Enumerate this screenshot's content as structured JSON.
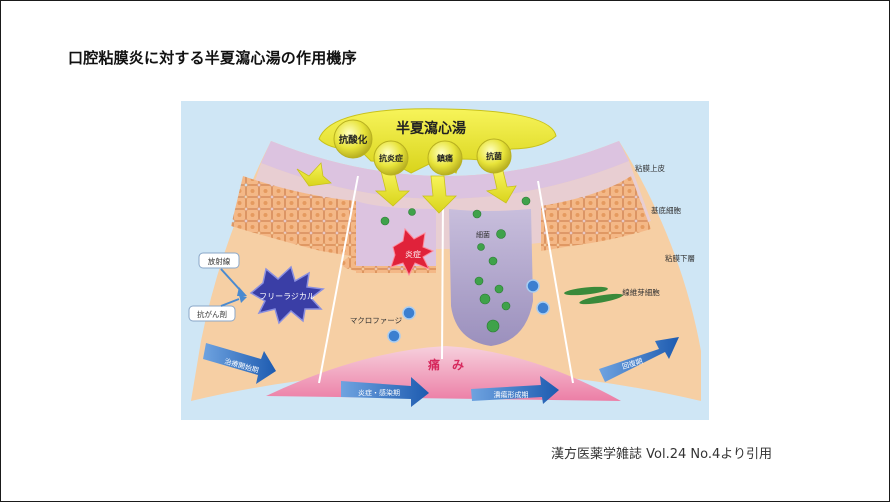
{
  "slide": {
    "title": "口腔粘膜炎に対する半夏瀉心湯の作用機序",
    "caption": "漢方医薬学雑誌 Vol.24 No.4より引用"
  },
  "diagram": {
    "drug_label": "半夏瀉心湯",
    "actions": [
      "抗酸化",
      "抗炎症",
      "鎮痛",
      "抗菌"
    ],
    "layers": [
      "粘膜上皮",
      "基底細胞",
      "粘膜下層"
    ],
    "labels": {
      "radiation": "放射線",
      "anticancer": "抗がん剤",
      "free_radical": "フリーラジカル",
      "inflammation": "炎症",
      "bacteria": "細菌",
      "macrophage": "マクロファージ",
      "fibroblast": "線維芽細胞",
      "pain": "痛　み"
    },
    "phases": [
      "治療開始期",
      "炎症・感染期",
      "潰瘍形成期",
      "回復期"
    ],
    "colors": {
      "background": "#cfe6f5",
      "epithelium": "#d9b8dc",
      "submucosa": "#f6cfa4",
      "cells": "#f2b27c",
      "drug": "#f2ef3a",
      "arrow_blue": "#2f6fc0",
      "pain": "#f08fb0"
    }
  }
}
